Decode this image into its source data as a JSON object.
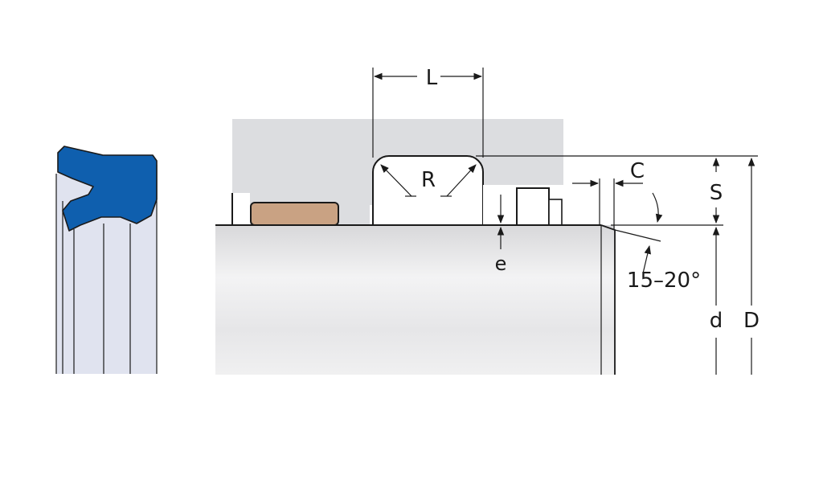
{
  "labels": {
    "L": "L",
    "R": "R",
    "C": "C",
    "S": "S",
    "e": "e",
    "angle": "15–20°",
    "d": "d",
    "D": "D"
  },
  "colors": {
    "seal_blue": "#0f5fae",
    "seal_body": "#e0e3ef",
    "housing_gray": "#dcdde0",
    "rod_light": "#f2f2f3",
    "rod_mid": "#e3e3e5",
    "wear_ring": "#c9a283",
    "line": "#1a1a1a"
  }
}
